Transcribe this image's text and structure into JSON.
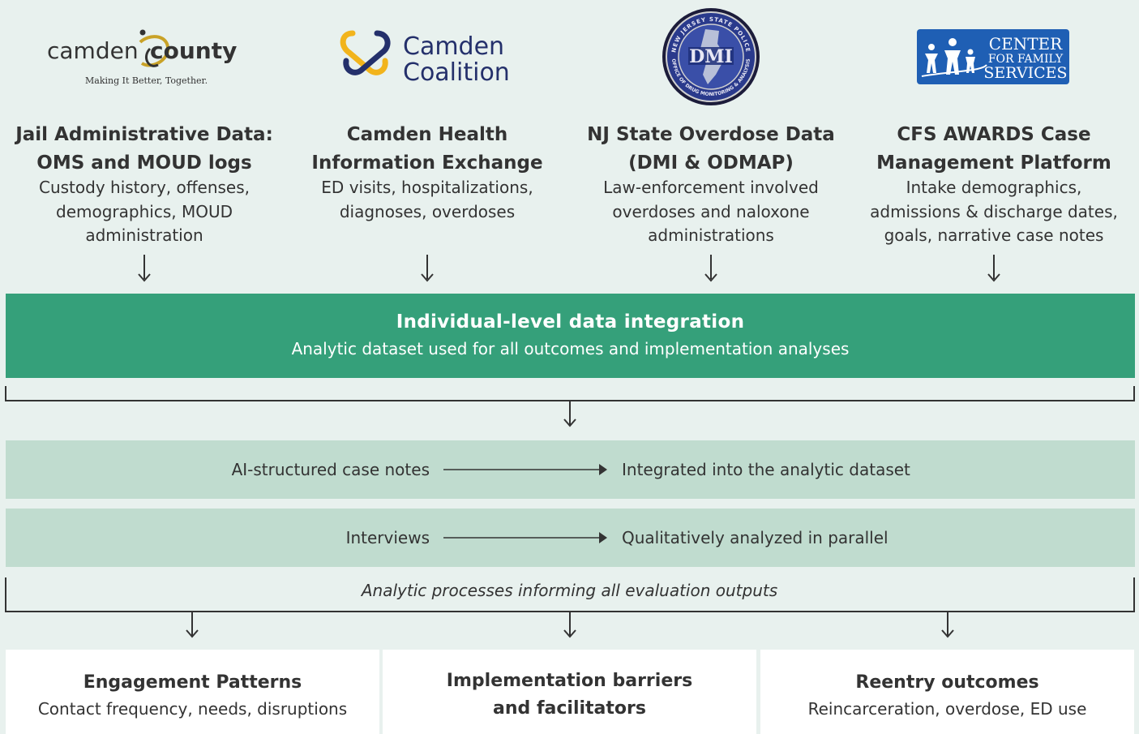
{
  "logos": {
    "camden_county": {
      "word1": "camden",
      "word2": "county",
      "tagline": "Making It Better, Together."
    },
    "camden_coalition": {
      "line1": "Camden",
      "line2": "Coalition"
    },
    "dmi": {
      "center": "DMI",
      "ring_top": "NEW JERSEY STATE POLICE",
      "ring_bottom": "OFFICE OF DRUG MONITORING & ANALYSIS"
    },
    "cfs": {
      "line1": "CENTER",
      "line2": "FOR FAMILY",
      "line3": "SERVICES"
    }
  },
  "sources": [
    {
      "title_1": "Jail Administrative Data:",
      "title_2": "OMS and MOUD logs",
      "desc_1": "Custody history, offenses,",
      "desc_2": "demographics, MOUD",
      "desc_3": "administration"
    },
    {
      "title_1": "Camden Health",
      "title_2": "Information Exchange",
      "desc_1": "ED visits, hospitalizations,",
      "desc_2": "diagnoses, overdoses",
      "desc_3": ""
    },
    {
      "title_1": "NJ State Overdose Data",
      "title_2": "(DMI & ODMAP)",
      "desc_1": "Law-enforcement involved",
      "desc_2": "overdoses and naloxone",
      "desc_3": "administrations"
    },
    {
      "title_1": "CFS AWARDS Case",
      "title_2": "Management Platform",
      "desc_1": "Intake demographics,",
      "desc_2": "admissions & discharge dates,",
      "desc_3": "goals, narrative case notes"
    }
  ],
  "integration": {
    "title": "Individual-level data integration",
    "subtitle": "Analytic dataset used for all outcomes and implementation analyses"
  },
  "processes": [
    {
      "from": "AI-structured case notes",
      "to": "Integrated into the analytic dataset"
    },
    {
      "from": "Interviews",
      "to": "Qualitatively analyzed in parallel"
    }
  ],
  "caption": "Analytic processes informing all evaluation outputs",
  "outputs": [
    {
      "title": "Engagement Patterns",
      "subtitle": "Contact frequency, needs, disruptions"
    },
    {
      "title_1": "Implementation barriers",
      "title_2": "and facilitators"
    },
    {
      "title": "Reentry outcomes",
      "subtitle": "Reincarceration, overdose, ED use"
    }
  ],
  "colors": {
    "background": "#e8f1ee",
    "integration_band": "#35a07a",
    "process_band": "#c0dccf",
    "camden_county_gold": "#c9a227",
    "coalition_navy": "#24306b",
    "coalition_gold": "#f2b41c",
    "cfs_blue": "#1f5fb4"
  }
}
